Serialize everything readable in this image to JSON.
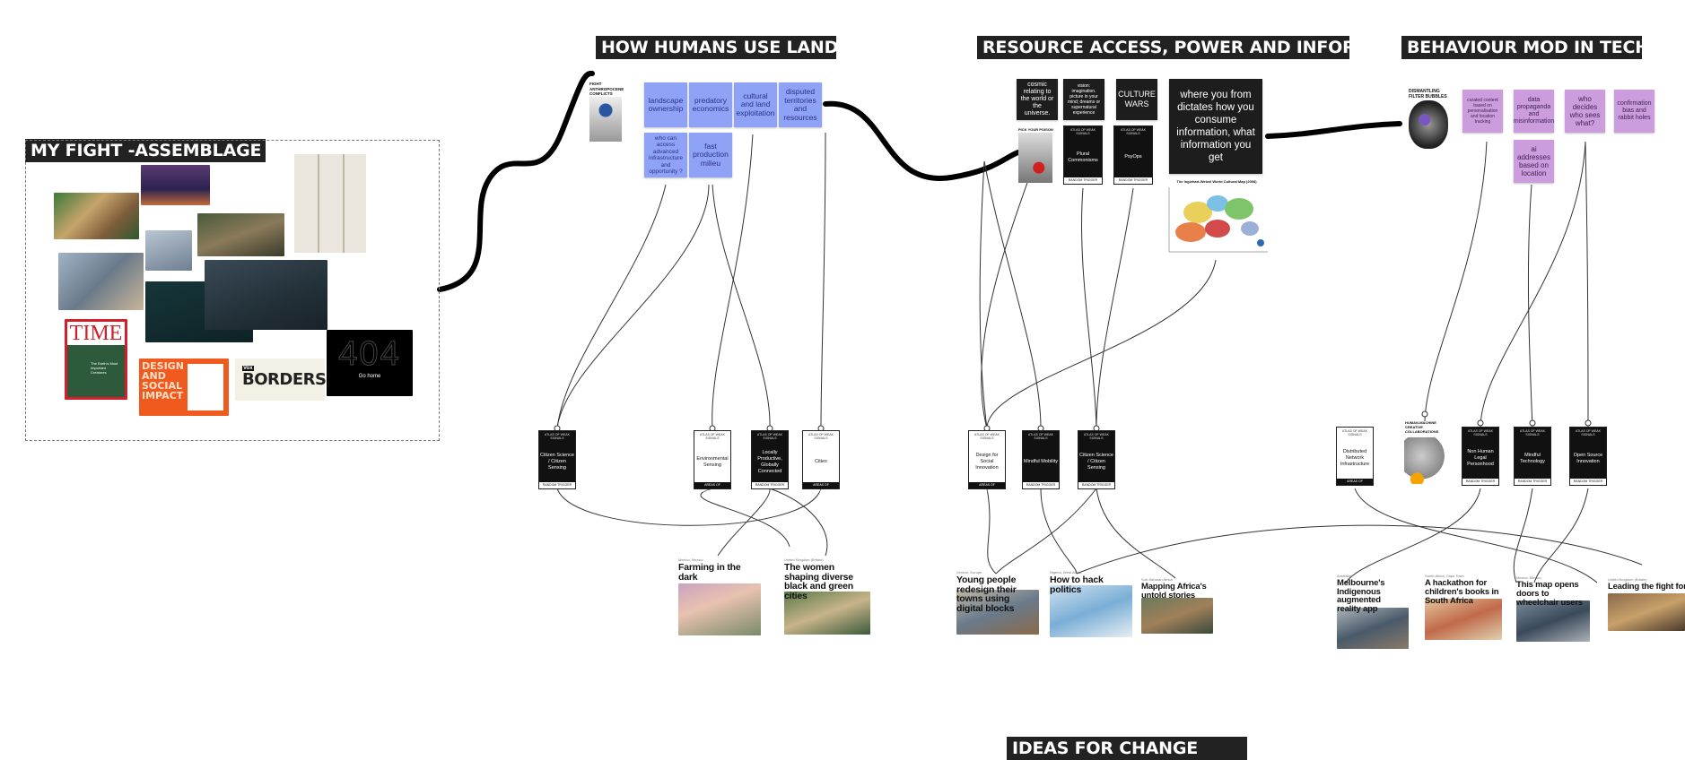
{
  "headers": {
    "fight": "MY FIGHT -ASSEMBLAGE",
    "land": "HOW HUMANS USE LAND",
    "resource": "RESOURCE ACCESS, POWER AND INFORMATION",
    "behaviour": "BEHAVIOUR MOD IN TECH",
    "ideas": "IDEAS FOR CHANGE"
  },
  "assemblage": {
    "magazine_brand": "TIME",
    "magazine_tagline": "The Earth's Most Important Creatures",
    "book_title": "DESIGN AND SOCIAL IMPACT",
    "borders_brand": "BORDERS",
    "borders_prefix": "Vox",
    "error_code": "404",
    "error_link": "Go home"
  },
  "land_label": "FIGHT ANTHROPOCENE CONFLICTS",
  "land_stickies": [
    "landscape ownership",
    "predatory economics",
    "cultural and land exploitation",
    "disputed territories and resources",
    "who can access advanced infrastructure and opportunity ?",
    "fast production milieu"
  ],
  "resource_stickies": {
    "cosmic": "cosmic relating to the world or the universe.",
    "vision": "vision: imagination. picture in your mind; dreams or supernatural experience",
    "culture": "CULTURE WARS",
    "where": "where you from dictates how you consume information, what information you get"
  },
  "resource_label": "PICK YOUR POISON",
  "resource_cards": {
    "plural": "Plural Commonisms",
    "psy": "PsyOps"
  },
  "cultural_map_title": "The Inglehart-Welzel World Cultural Map (2008)",
  "behaviour_label": "DISMANTLING FILTER BUBBLES",
  "behaviour_stickies": [
    "curated content based on personalisation and location tracking",
    "data propaganda and misinformation",
    "who decides who sees what?",
    "confirmation bias and rabbit holes",
    "ai addresses based on location"
  ],
  "card_common": {
    "top": "ATLAS OF WEAK SIGNALS",
    "bot_dark": "RANDOM TRIGGER",
    "bot_light": "AREAS OF OPPORTUNITY"
  },
  "signal_cards": [
    {
      "label": "Citizen Science / Citizen Sensing",
      "style": "dark"
    },
    {
      "label": "Environmental Sensing",
      "style": "light"
    },
    {
      "label": "Locally Productive, Globally Connected",
      "style": "dark"
    },
    {
      "label": "Cities",
      "style": "light"
    },
    {
      "label": "Design for Social Innovation",
      "style": "light"
    },
    {
      "label": "Mindful Mobility",
      "style": "dark"
    },
    {
      "label": "Citizen Science / Citizen Sensing",
      "style": "dark"
    },
    {
      "label": "Distributed Network Infrastructure",
      "style": "light"
    },
    {
      "label": "Non Human Legal Personhood",
      "style": "dark"
    },
    {
      "label": "Mindful Technology",
      "style": "dark"
    },
    {
      "label": "Open Source Innovation",
      "style": "dark"
    }
  ],
  "hmc_label": "HUMAN-MACHINE CREATIVE COLLABORATIONS",
  "articles": [
    {
      "kicker": "Mexico, Mexico",
      "title": "Farming in the dark"
    },
    {
      "kicker": "United Kingdom (Britain)",
      "title": "The women shaping diverse black and green cities"
    },
    {
      "kicker": "Greece, Europe",
      "title": "Young people redesign their towns using digital blocks"
    },
    {
      "kicker": "Nigeria, West Africa",
      "title": "How to hack politics"
    },
    {
      "kicker": "Sub-Saharan Africa",
      "title": "Mapping Africa's untold stories"
    },
    {
      "kicker": "Australia",
      "title": "Melbourne's Indigenous augmented reality app"
    },
    {
      "kicker": "South Africa, Cape Town",
      "title": "A hackathon for children's books in South Africa"
    },
    {
      "kicker": "Mexico, Mexico",
      "title": "This map opens doors to wheelchair users"
    },
    {
      "kicker": "United Kingdom (Britain)",
      "title": "Leading the fight for animal rights"
    }
  ]
}
